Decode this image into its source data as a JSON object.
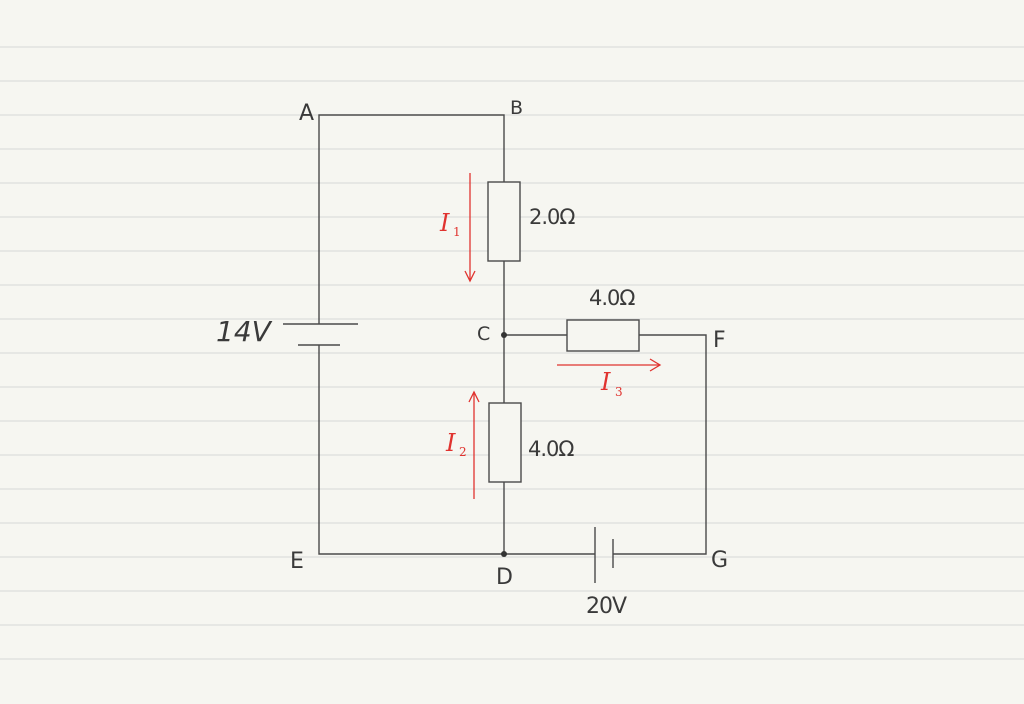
{
  "nodes": {
    "A": "A",
    "B": "B",
    "C": "C",
    "D": "D",
    "E": "E",
    "F": "F",
    "G": "G"
  },
  "batteries": {
    "left": "14V",
    "bottom": "20V"
  },
  "resistors": {
    "BC": "2.0Ω",
    "CF": "4.0Ω",
    "CD": "4.0Ω"
  },
  "currents": {
    "i1": {
      "letter": "I",
      "sub": "1"
    },
    "i2": {
      "letter": "I",
      "sub": "2"
    },
    "i3": {
      "letter": "I",
      "sub": "3"
    }
  },
  "colors": {
    "paper": "#f6f6f1",
    "ruled_line": "#d6d8d6",
    "ink": "#4a4a4a",
    "current_annotation": "#e0332f"
  }
}
